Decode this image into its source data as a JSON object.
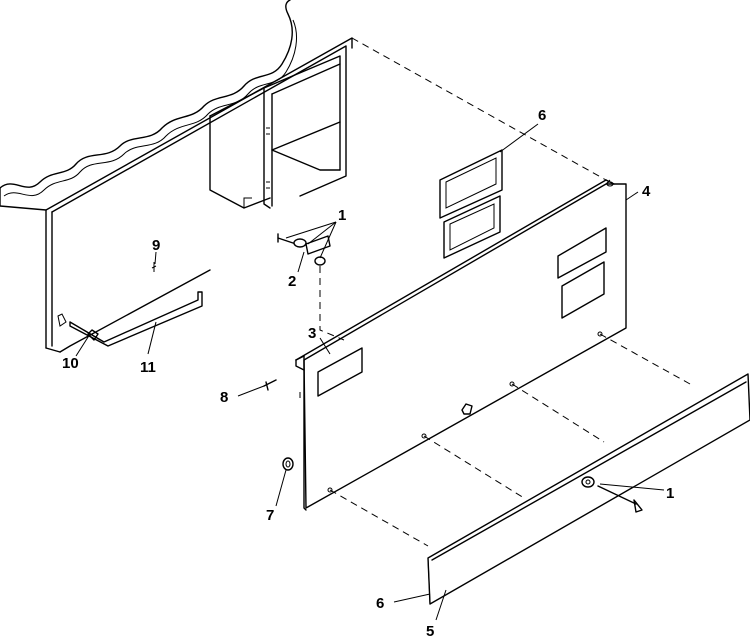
{
  "diagram": {
    "callouts": [
      {
        "id": "c1a",
        "label": "1"
      },
      {
        "id": "c2",
        "label": "2"
      },
      {
        "id": "c3",
        "label": "3"
      },
      {
        "id": "c4",
        "label": "4"
      },
      {
        "id": "c5",
        "label": "5"
      },
      {
        "id": "c6a",
        "label": "6"
      },
      {
        "id": "c6b",
        "label": "6"
      },
      {
        "id": "c7",
        "label": "7"
      },
      {
        "id": "c8",
        "label": "8"
      },
      {
        "id": "c9",
        "label": "9"
      },
      {
        "id": "c10",
        "label": "10"
      },
      {
        "id": "c11",
        "label": "11"
      },
      {
        "id": "c1b",
        "label": "1"
      }
    ]
  }
}
